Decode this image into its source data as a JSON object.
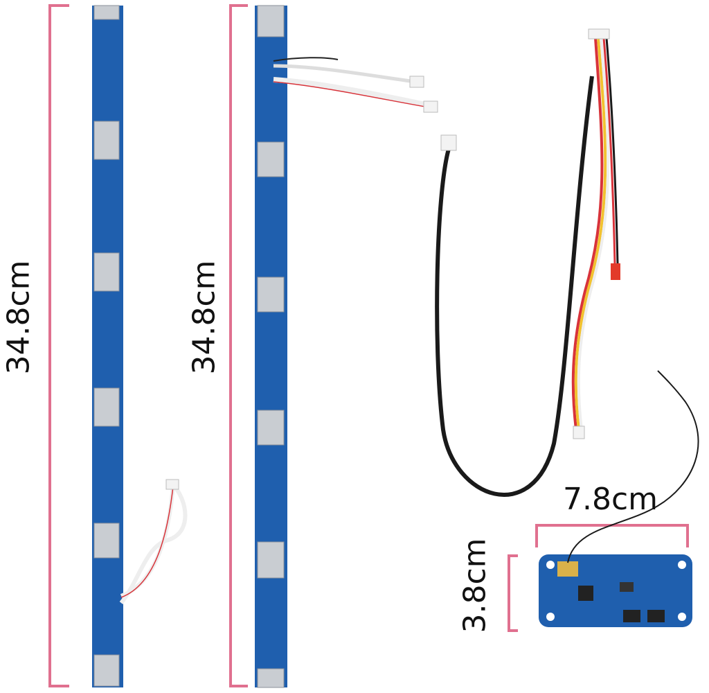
{
  "labels": {
    "long_board_1_length": "34.8cm",
    "long_board_2_length": "34.8cm",
    "small_board_width": "7.8cm",
    "small_board_height": "3.8cm"
  },
  "colors": {
    "pcb": "#1f5fae",
    "bracket": "#e0708f",
    "wire_black": "#1a1a1a",
    "wire_red": "#d8333a",
    "wire_yellow": "#f2c230"
  }
}
